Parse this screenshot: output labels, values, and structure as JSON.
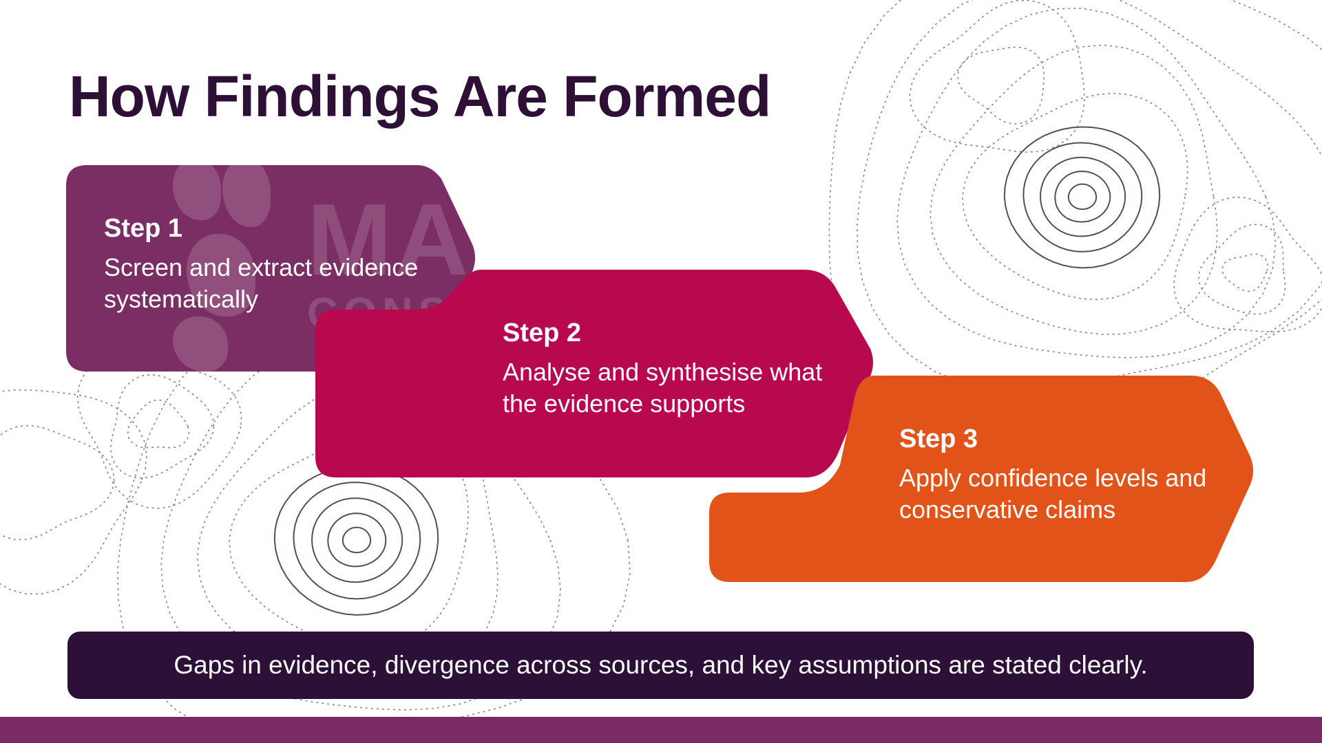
{
  "slide": {
    "title": "How Findings Are Formed",
    "watermark": {
      "main": "MALTA",
      "sub": "CONSULTANTS"
    }
  },
  "steps": [
    {
      "label": "Step 1",
      "description": "Screen and extract evidence systematically",
      "color": "#7b2e63"
    },
    {
      "label": "Step 2",
      "description": "Analyse and synthesise what the evidence supports",
      "color": "#b8084e"
    },
    {
      "label": "Step 3",
      "description": "Apply confidence levels and conservative claims",
      "color": "#e15319"
    }
  ],
  "banner": {
    "text": "Gaps in evidence, divergence across sources, and key assumptions are stated clearly.",
    "color": "#2d1037"
  },
  "colors": {
    "title": "#2e0f36",
    "footer_bar": "#7a2b66",
    "contour_dark": "#5b4a5a",
    "contour_light": "#8a8088"
  }
}
